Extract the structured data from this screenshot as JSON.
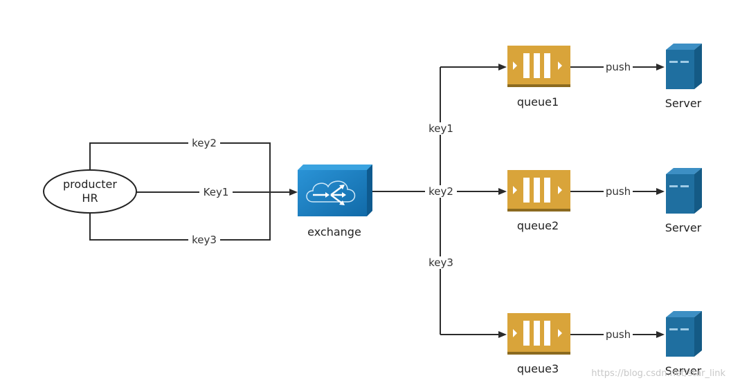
{
  "diagram": {
    "producer": {
      "line1": "producter",
      "line2": "HR"
    },
    "producer_edges": [
      "key2",
      "Key1",
      "key3"
    ],
    "exchange": {
      "label": "exchange",
      "icon": "exchange-router-icon",
      "color": "#1a82c4"
    },
    "routes": [
      "key1",
      "key2",
      "key3"
    ],
    "queues": [
      {
        "label": "queue1",
        "push_label": "push",
        "server_label": "Server"
      },
      {
        "label": "queue2",
        "push_label": "push",
        "server_label": "Server"
      },
      {
        "label": "queue3",
        "push_label": "push",
        "server_label": "Server"
      }
    ],
    "colors": {
      "queue": "#d9a43a",
      "queue_base": "#8b6a1f",
      "server": "#1f6fa0"
    }
  },
  "watermark": "https://blog.csdn.net/star_link"
}
